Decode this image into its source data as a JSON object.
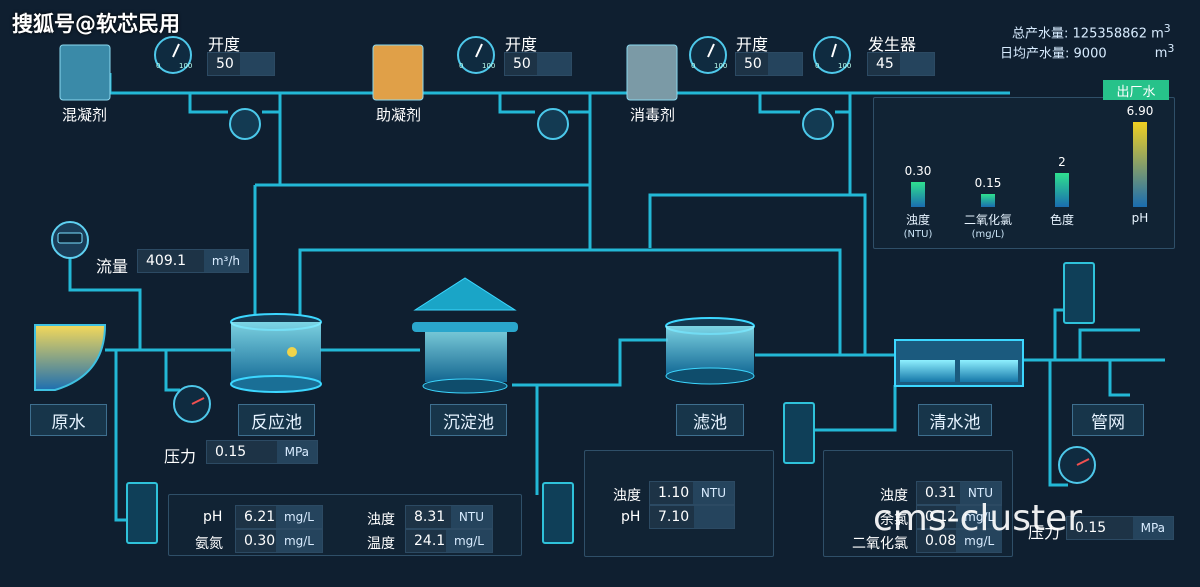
{
  "watermark_top": "搜狐号@软芯民用",
  "watermark_bottom": "cms-cluster",
  "totals": {
    "total_label": "总产水量:",
    "total_value": "125358862",
    "daily_label": "日均产水量:",
    "daily_value": "9000",
    "unit": "m",
    "unit_sup": "3"
  },
  "dosing": [
    {
      "label": "混凝剂",
      "valve_label": "开度",
      "valve_value": "50"
    },
    {
      "label": "助凝剂",
      "valve_label": "开度",
      "valve_value": "50"
    },
    {
      "label": "消毒剂",
      "valve_label": "开度",
      "valve_value": "50"
    }
  ],
  "generator": {
    "label": "发生器",
    "value": "45"
  },
  "gauge_ticks": {
    "min": "0",
    "max": "100"
  },
  "flow": {
    "label": "流量",
    "value": "409.1",
    "unit": "m³/h"
  },
  "pressure1": {
    "label": "压力",
    "value": "0.15",
    "unit": "MPa"
  },
  "pressure2": {
    "label": "压力",
    "value": "0.15",
    "unit": "MPa"
  },
  "stations": {
    "raw": "原水",
    "reaction": "反应池",
    "sedimentation": "沉淀池",
    "filter": "滤池",
    "clear": "清水池",
    "network": "管网"
  },
  "outlet": {
    "title": "出厂水",
    "bars": [
      {
        "label": "浊度",
        "sub": "(NTU)",
        "value": "0.30",
        "level": 0.3,
        "color": "#2fe08f"
      },
      {
        "label": "二氧化氯",
        "sub": "(mg/L)",
        "value": "0.15",
        "level": 0.15,
        "color": "#2fe08f"
      },
      {
        "label": "色度",
        "sub": "",
        "value": "2",
        "level": 0.4,
        "color": "#2fe08f"
      },
      {
        "label": "pH",
        "sub": "",
        "value": "6.90",
        "level": 1.0,
        "color": "#f1d021"
      }
    ]
  },
  "panel_raw": {
    "ph_label": "pH",
    "ph_value": "6.21",
    "ph_unit": "mg/L",
    "nh_label": "氨氮",
    "nh_value": "0.30",
    "nh_unit": "mg/L",
    "tu_label": "浊度",
    "tu_value": "8.31",
    "tu_unit": "NTU",
    "temp_label": "温度",
    "temp_value": "24.1",
    "temp_unit": "mg/L"
  },
  "panel_filter": {
    "tu_label": "浊度",
    "tu_value": "1.10",
    "tu_unit": "NTU",
    "ph_label": "pH",
    "ph_value": "7.10"
  },
  "panel_clear": {
    "tu_label": "浊度",
    "tu_value": "0.31",
    "tu_unit": "NTU",
    "row2_label": "余氯",
    "row2_value": "0.12",
    "row2_unit": "mg/L",
    "cl_label": "二氧化氯",
    "cl_value": "0.08",
    "cl_unit": "mg/L"
  },
  "colors": {
    "pipe": "#23b8d6",
    "accent": "#2fe08f",
    "bg": "#0f1f30"
  }
}
